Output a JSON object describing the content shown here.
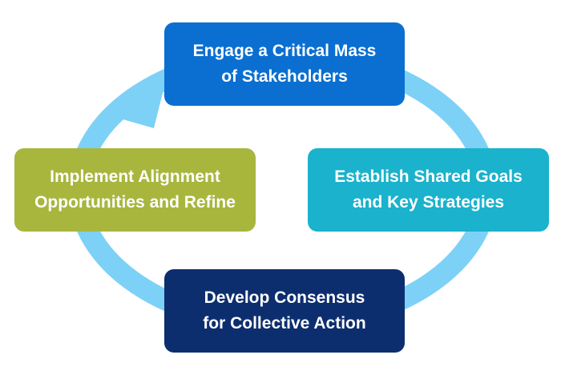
{
  "diagram": {
    "steps": [
      {
        "label": "Engage a Critical Mass\nof Stakeholders",
        "color": "#0a6fd1"
      },
      {
        "label": "Establish Shared Goals\nand Key Strategies",
        "color": "#1ab2cc"
      },
      {
        "label": "Develop Consensus\nfor Collective Action",
        "color": "#0d2e6e"
      },
      {
        "label": "Implement Alignment\nOpportunities and Refine",
        "color": "#a8b63e"
      }
    ],
    "cycle_color": "#7dd1f7"
  }
}
